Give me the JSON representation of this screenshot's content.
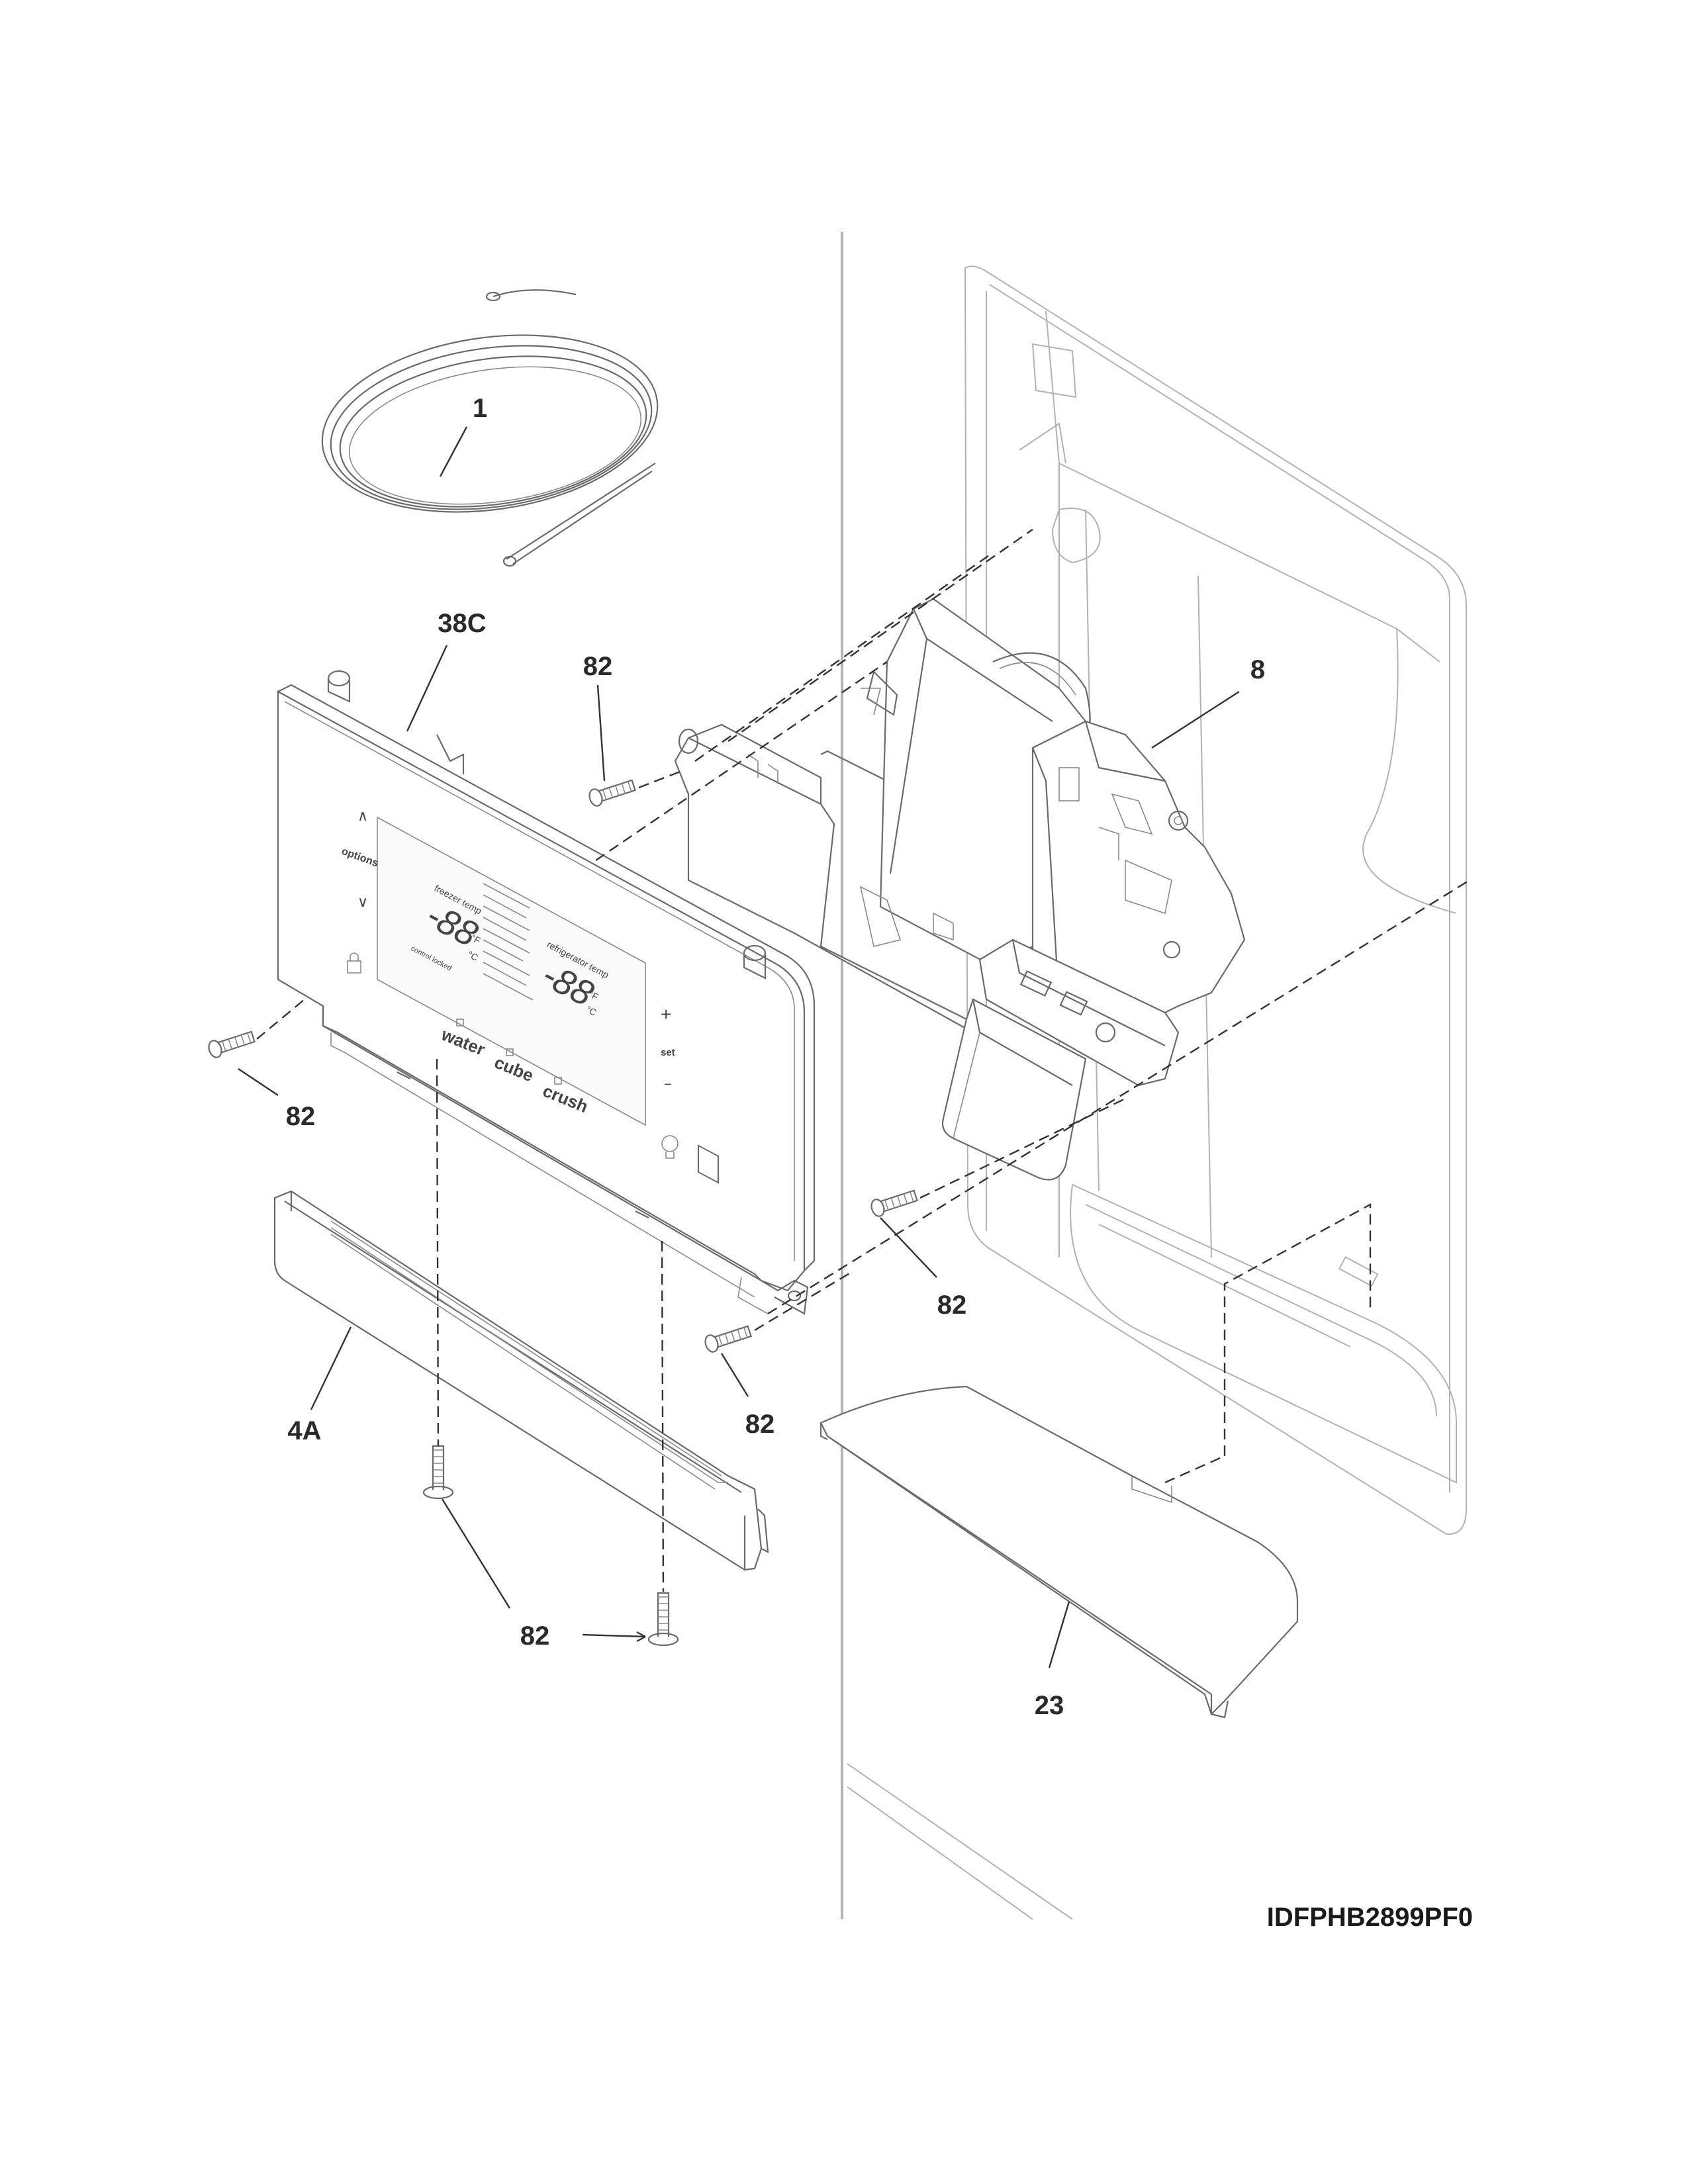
{
  "diagram_code": "IDFPHB2899PF0",
  "callouts": {
    "part_1": "1",
    "part_38c": "38C",
    "part_8": "8",
    "part_4a": "4A",
    "part_23": "23",
    "screw_82": "82"
  },
  "control_panel": {
    "arrow_up": "∧",
    "options": "options",
    "arrow_down": "∨",
    "freezer_temp": "freezer temp",
    "refrigerator_temp": "refrigerator temp",
    "digits": "-88",
    "unit_f": "°F",
    "unit_c": "°C",
    "control_locked": "control locked",
    "water": "water",
    "cube": "cube",
    "crush": "crush",
    "plus": "+",
    "set": "set",
    "minus": "−"
  }
}
